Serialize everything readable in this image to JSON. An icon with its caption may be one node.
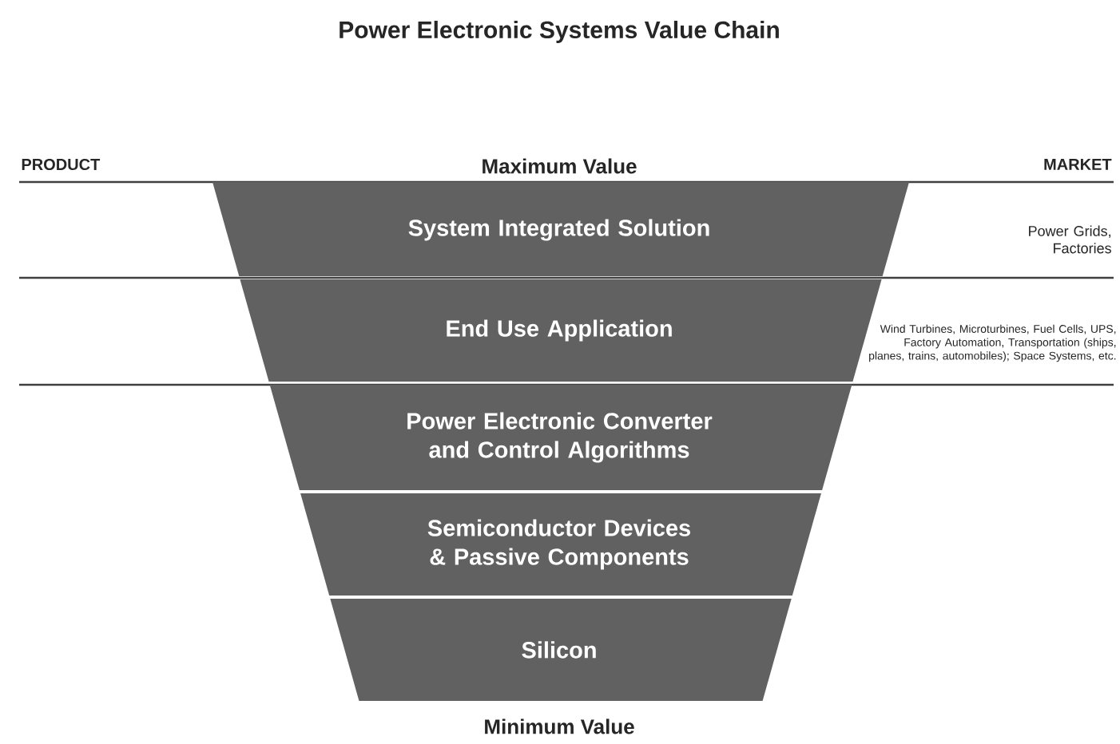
{
  "diagram": {
    "title": "Power Electronic Systems Value Chain",
    "nodes": [
      {
        "text": [
          "System Integrated Solution"
        ]
      },
      {
        "text": [
          "End Use Application"
        ]
      },
      {
        "text": [
          "Power Electronic Converter and Control Algorithms"
        ]
      },
      {
        "text": [
          "Semiconductor Devices & Passive Components"
        ]
      },
      {
        "text": [
          "Silicon"
        ]
      }
    ],
    "labels": [
      "PRODUCT",
      "Maximum Value",
      "MARKET",
      "Power Grids, Factories",
      "Wind Turbines, Microturbines, Fuel Cells, UPS, Factory Automation, Transportation (ships, planes, trains, automobiles); Space Systems, etc.",
      "Minimum Value"
    ]
  }
}
